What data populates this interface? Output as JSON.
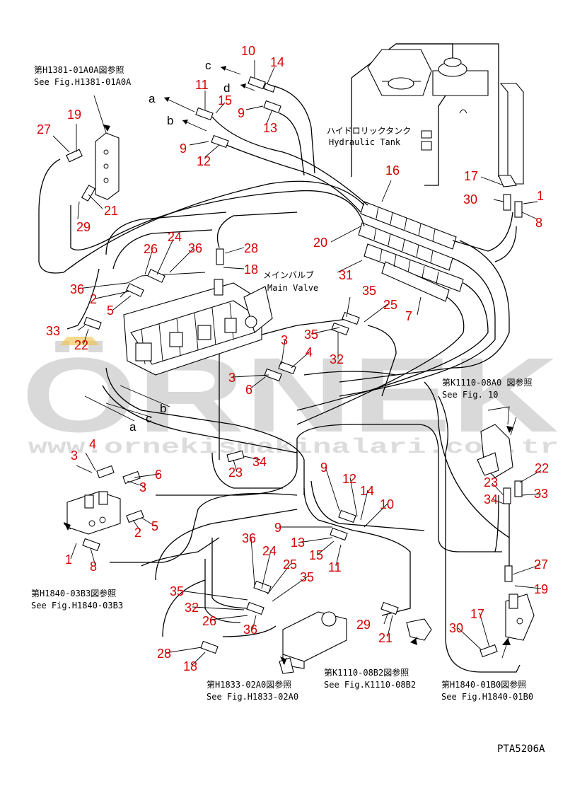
{
  "drawing_code": "PTA5206A",
  "watermark": {
    "brand": "ÖRNEK",
    "url": "www.ornekismakinalari.com.tr"
  },
  "colors": {
    "callout": "#d40000",
    "watermark": "#d9d9d9",
    "watermark_accent": "#f0c040",
    "line": "#000000"
  },
  "labels": {
    "tank_jp": "ハイドロリックタンク",
    "tank_en": "Hydraulic Tank",
    "valve_jp": "メインバルブ",
    "valve_en": "Main Valve"
  },
  "refs": {
    "h1381_jp": "第H1381-01A0A図参照",
    "h1381_en": "See Fig.H1381-01A0A",
    "k1110_top_jp": "第K1110-08A0 図参照",
    "k1110_top_en": "See Fig. 10",
    "h1840_03b3_jp": "第H1840-03B3図参照",
    "h1840_03b3_en": "See Fig.H1840-03B3",
    "h1833_jp": "第H1833-02A0図参照",
    "h1833_en": "See Fig.H1833-02A0",
    "k1110_bot_jp": "第K1110-08B2図参照",
    "k1110_bot_en": "See Fig.K1110-08B2",
    "h1840_01b0_jp": "第H1840-01B0図参照",
    "h1840_01b0_en": "See Fig.H1840-01B0"
  },
  "letters": [
    "a",
    "b",
    "c",
    "d",
    "a",
    "b",
    "c"
  ],
  "callouts": [
    "10",
    "14",
    "11",
    "15",
    "9",
    "13",
    "9",
    "12",
    "19",
    "27",
    "21",
    "29",
    "16",
    "17",
    "30",
    "1",
    "8",
    "24",
    "26",
    "36",
    "28",
    "18",
    "20",
    "31",
    "36",
    "2",
    "5",
    "33",
    "22",
    "35",
    "25",
    "7",
    "3",
    "4",
    "35",
    "32",
    "3",
    "6",
    "4",
    "3",
    "6",
    "3",
    "2",
    "5",
    "1",
    "8",
    "23",
    "34",
    "9",
    "12",
    "14",
    "10",
    "9",
    "13",
    "15",
    "11",
    "36",
    "24",
    "25",
    "35",
    "35",
    "32",
    "26",
    "36",
    "28",
    "18",
    "29",
    "21",
    "22",
    "23",
    "33",
    "34",
    "27",
    "19",
    "17",
    "30"
  ]
}
